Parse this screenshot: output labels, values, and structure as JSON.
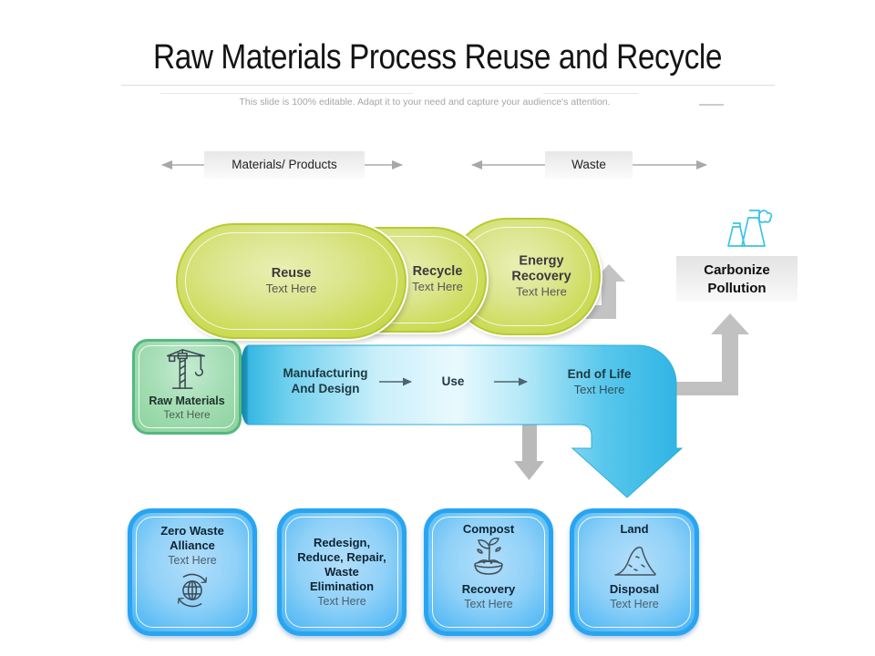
{
  "slide": {
    "title": "Raw Materials Process Reuse and Recycle",
    "subtitle": "This slide is 100% editable. Adapt it to your need and capture your audience's attention."
  },
  "top_flow": {
    "materials_label": "Materials/ Products",
    "waste_label": "Waste"
  },
  "capsules": {
    "reuse": {
      "title": "Reuse",
      "subtitle": "Text Here"
    },
    "recycle": {
      "title": "Recycle",
      "subtitle": "Text Here"
    },
    "energy": {
      "title": "Energy Recovery",
      "subtitle": "Text Here"
    }
  },
  "carbonize": {
    "label": "Carbonize Pollution"
  },
  "raw_materials": {
    "title": "Raw Materials",
    "subtitle": "Text Here"
  },
  "band": {
    "stage1_line1": "Manufacturing",
    "stage1_line2": "And Design",
    "stage2": "Use",
    "stage3_title": "End of Life",
    "stage3_subtitle": "Text Here"
  },
  "bottom_boxes": {
    "zero_waste": {
      "title": "Zero Waste Alliance",
      "subtitle": "Text Here"
    },
    "redesign": {
      "title": "Redesign, Reduce, Repair, Waste Elimination",
      "subtitle": "Text Here"
    },
    "compost": {
      "title": "Compost",
      "label": "Recovery",
      "subtitle": "Text Here"
    },
    "land": {
      "title": "Land",
      "label": "Disposal",
      "subtitle": "Text Here"
    }
  },
  "icons": {
    "factory": "pollution-factory-icon",
    "crane": "construction-crane-icon",
    "globe": "globe-recycle-icon",
    "compost": "compost-plant-bowl-icon",
    "landfill": "landfill-mound-icon"
  },
  "colors": {
    "capsule_green": "#c2d440",
    "band_cyan": "#35bce7",
    "bottom_box_blue": "#29a4f1",
    "raw_green": "#92d5a3",
    "icon_cyan": "#3ac4e5",
    "arrow_gray": "#bdbdbd"
  }
}
